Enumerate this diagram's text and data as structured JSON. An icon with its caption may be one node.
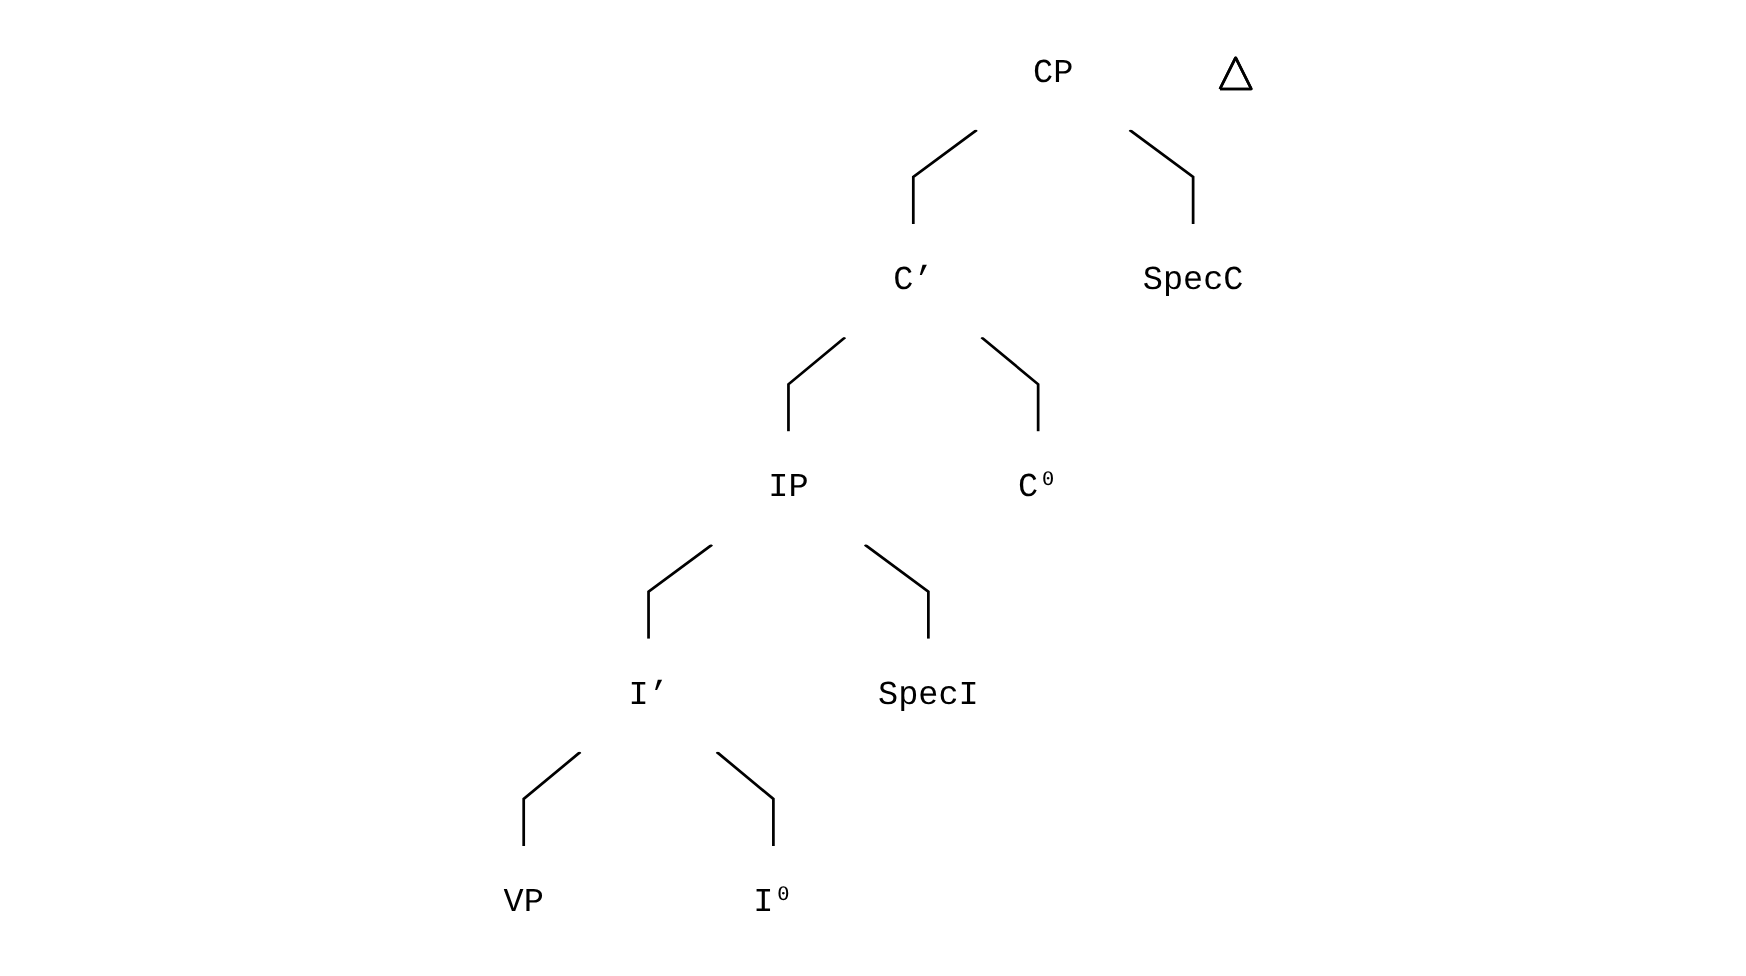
{
  "diagram": {
    "nodes": [
      {
        "text": [
          "CP"
        ]
      },
      {
        "text": [
          "C’"
        ]
      },
      {
        "text": [
          "IP"
        ]
      },
      {
        "text": [
          "I’"
        ]
      },
      {
        "text": [
          "VP"
        ]
      },
      {
        "text": [],
        "shape": "triangle"
      },
      {
        "text": [
          "SpecC"
        ]
      },
      {
        "text": [
          "C⁰"
        ]
      },
      {
        "text": [
          "SpecI"
        ]
      },
      {
        "text": [
          "I⁰"
        ]
      }
    ],
    "edges": [
      {
        "from": 0,
        "to": 6,
        "arrow": "none"
      },
      {
        "from": 0,
        "to": 1,
        "arrow": "none"
      },
      {
        "from": 1,
        "to": 7,
        "arrow": "none"
      },
      {
        "from": 1,
        "to": 2,
        "arrow": "none"
      },
      {
        "from": 2,
        "to": 8,
        "arrow": "none"
      },
      {
        "from": 2,
        "to": 3,
        "arrow": "none"
      },
      {
        "from": 3,
        "to": 4,
        "arrow": "none"
      },
      {
        "from": 3,
        "to": 9,
        "arrow": "none"
      }
    ]
  }
}
